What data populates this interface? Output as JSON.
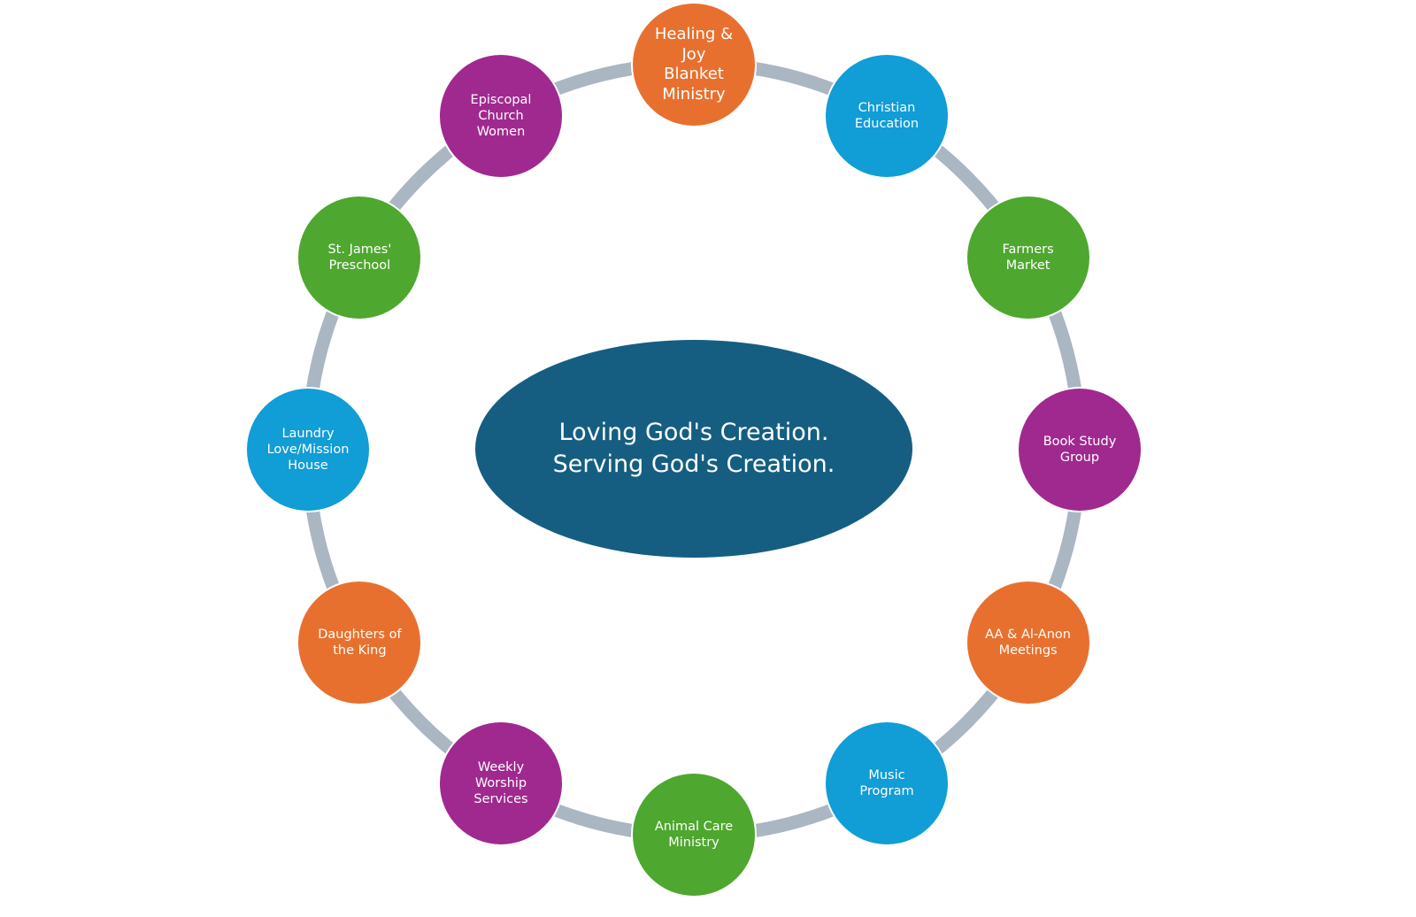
{
  "diagram": {
    "type": "cycle",
    "center": {
      "label": "Loving God's Creation.\nServing God's Creation.",
      "color": "#155e82"
    },
    "ring_color": "#aab6c2",
    "colors": {
      "orange": "#e8702f",
      "blue": "#119dd6",
      "green": "#4ea72e",
      "purple": "#a0298f"
    },
    "nodes": [
      {
        "label": "Healing &\nJoy\nBlanket\nMinistry",
        "color": "orange",
        "big": true
      },
      {
        "label": "Christian\nEducation",
        "color": "blue"
      },
      {
        "label": "Farmers\nMarket",
        "color": "green"
      },
      {
        "label": "Book Study\nGroup",
        "color": "purple"
      },
      {
        "label": "AA & Al-Anon\nMeetings",
        "color": "orange"
      },
      {
        "label": "Music\nProgram",
        "color": "blue"
      },
      {
        "label": "Animal Care\nMinistry",
        "color": "green"
      },
      {
        "label": "Weekly\nWorship\nServices",
        "color": "purple"
      },
      {
        "label": "Daughters of\nthe King",
        "color": "orange"
      },
      {
        "label": "Laundry\nLove/Mission\nHouse",
        "color": "blue"
      },
      {
        "label": "St. James'\nPreschool",
        "color": "green"
      },
      {
        "label": "Episcopal\nChurch\nWomen",
        "color": "purple"
      }
    ]
  }
}
